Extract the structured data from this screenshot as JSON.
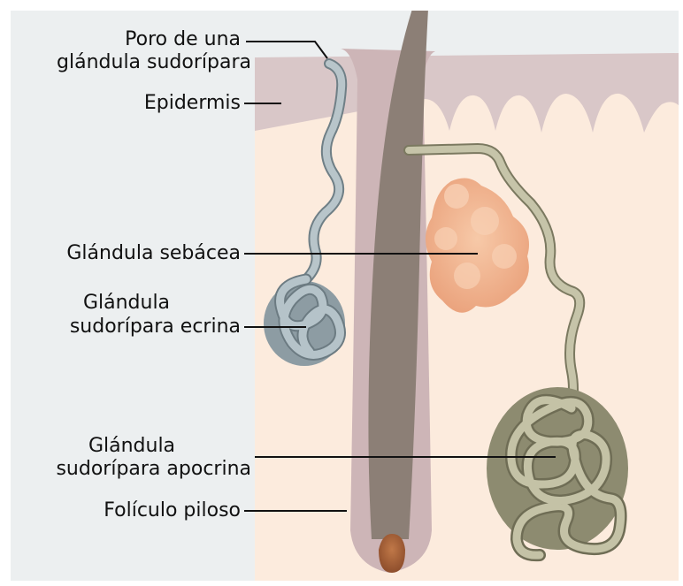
{
  "labels": {
    "pore_line1": "Poro de una",
    "pore_line2": "glándula sudorípara",
    "epidermis": "Epidermis",
    "sebaceous": "Glándula sebácea",
    "eccrine_line1": "Glándula",
    "eccrine_line2": "sudorípara ecrina",
    "apocrine_line1": "Glándula",
    "apocrine_line2": "sudorípara apocrina",
    "follicle": "Folículo piloso"
  },
  "colors": {
    "background": "#eceff0",
    "dermis": "#fcebdd",
    "epidermis": "#d9c7c8",
    "follicle_sheath": "#cdb5b7",
    "hair_shaft": "#8c7f76",
    "hair_root": "#a9623a",
    "eccrine_gland": "#a9b7bd",
    "sebaceous_gland": "#f0b592",
    "apocrine_gland": "#b6b49a"
  }
}
